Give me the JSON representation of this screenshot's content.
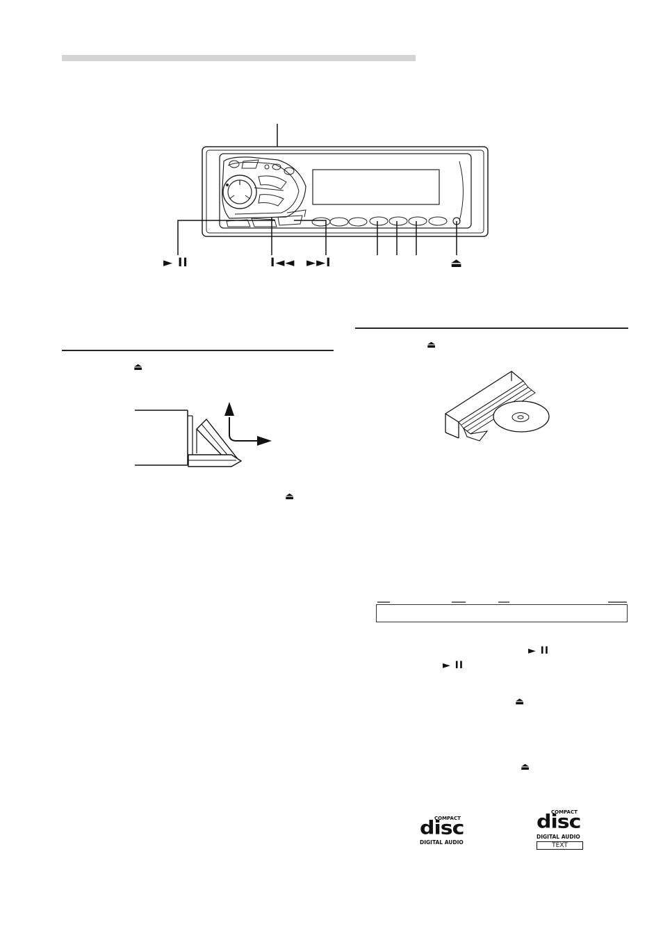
{
  "header_bar": {
    "color": "#d4d4d4"
  },
  "diagram": {
    "labels": {
      "play_pause": "► II",
      "prev": "I◄◄",
      "next": "►►I",
      "eject": "⏏"
    }
  },
  "left_column": {
    "eject_symbol_top": "⏏",
    "eject_symbol_bottom": "⏏"
  },
  "right_column": {
    "eject_symbol_top": "⏏",
    "play_pause_a": "► II",
    "play_pause_b": "► II",
    "eject_a": "⏏",
    "eject_b": "⏏"
  },
  "logos": {
    "cd_da": {
      "top": "COMPACT",
      "word": "disc",
      "bottom": "DIGITAL AUDIO"
    },
    "cd_text": {
      "top": "COMPACT",
      "word": "disc",
      "bottom": "DIGITAL AUDIO",
      "badge": "TEXT"
    }
  }
}
